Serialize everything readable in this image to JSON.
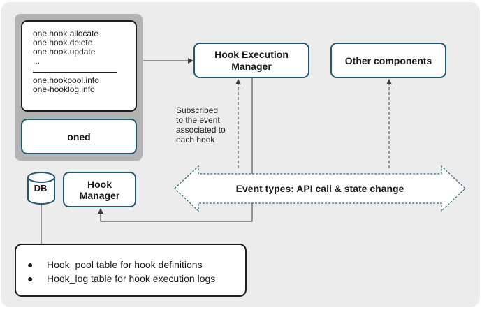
{
  "api_calls": {
    "items": [
      "one.hook.allocate",
      "one.hook.delete",
      "one.hook.update",
      "..."
    ],
    "info_items": [
      "one.hookpool.info",
      "one-hooklog.info"
    ]
  },
  "oned": {
    "label": "oned"
  },
  "hook_execution_manager": {
    "label_line1": "Hook Execution",
    "label_line2": "Manager"
  },
  "other_components": {
    "label": "Other components"
  },
  "subscribed_note": {
    "lines": [
      "Subscribed",
      "to the event",
      "associated to",
      "each hook"
    ]
  },
  "database": {
    "label": "DB"
  },
  "hook_manager": {
    "label_line1": "Hook",
    "label_line2": "Manager"
  },
  "event_types": {
    "label": "Event types: API call & state change"
  },
  "tables": {
    "bullet": "●",
    "items": [
      "Hook_pool table for hook definitions",
      "Hook_log table for hook execution logs"
    ]
  },
  "colors": {
    "box_border": "#1f5a73",
    "event_border": "#2a6a86",
    "panel": "#ececec",
    "group": "#b3b3b3"
  }
}
